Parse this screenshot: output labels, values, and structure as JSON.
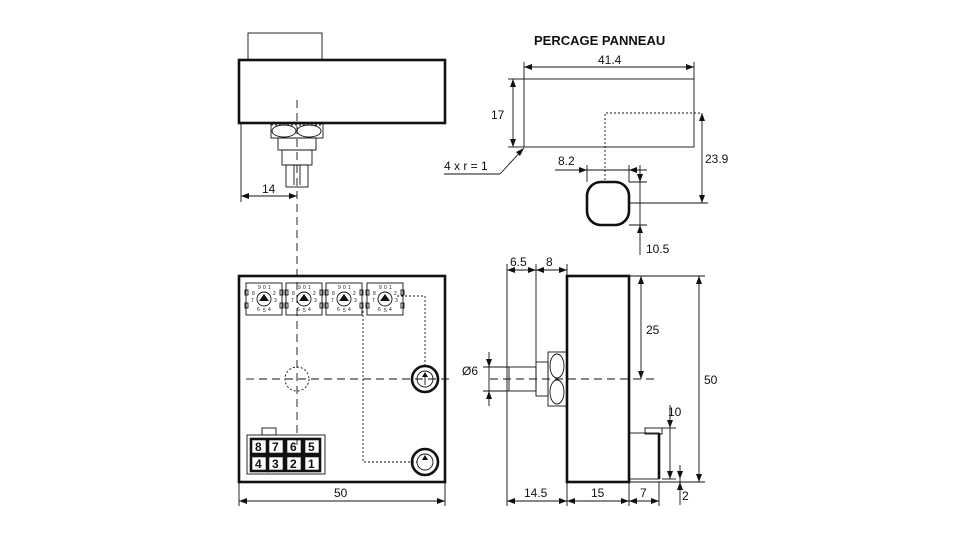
{
  "title": "PERCAGE PANNEAU",
  "dimensions": {
    "top_width": "41.4",
    "top_height": "17",
    "hole_vertical": "23.9",
    "hole_horizontal": "8.2",
    "hole_height": "10.5",
    "radius_note": "4 x r = 1",
    "top_view_offset": "14",
    "front_width": "50",
    "side_knob_len": "6.5",
    "side_nut_len": "8",
    "shaft_diameter": "Ø6",
    "side_upper": "25",
    "side_total": "50",
    "side_conn_height": "10",
    "side_bottom_left": "14.5",
    "side_body_width": "15",
    "side_conn_width": "7",
    "side_conn_offset": "2"
  },
  "switch_digits": [
    "0",
    "1",
    "2",
    "3",
    "4",
    "5",
    "6",
    "7",
    "8",
    "9"
  ],
  "connector_pins": {
    "top_row": [
      "8",
      "7",
      "6",
      "5"
    ],
    "bottom_row": [
      "4",
      "3",
      "2",
      "1"
    ]
  }
}
